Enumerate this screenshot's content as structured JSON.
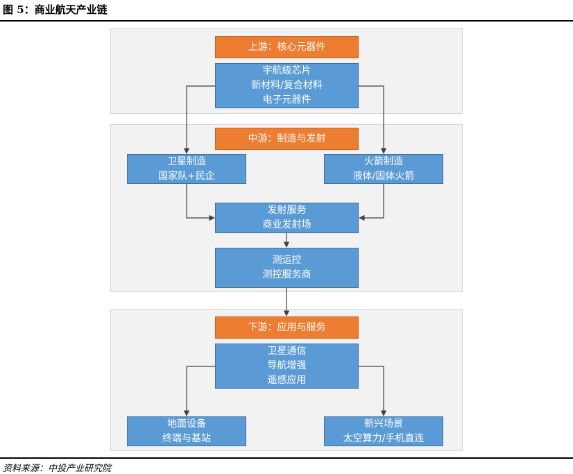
{
  "figure": {
    "title": "图 5：商业航天产业链",
    "source": "资料来源：中投产业研究院"
  },
  "colors": {
    "stage": "#ed7d31",
    "node": "#5b9bd5",
    "panel": "#f2f2f2",
    "arrow": "#404040"
  },
  "upstream": {
    "label": "上游：核心元器件",
    "core": [
      "宇航级芯片",
      "新材料/复合材料",
      "电子元器件"
    ]
  },
  "midstream": {
    "label": "中游：制造与发射",
    "satellite": [
      "卫星制造",
      "国家队+民企"
    ],
    "rocket": [
      "火箭制造",
      "液体/固体火箭"
    ],
    "launch": [
      "发射服务",
      "商业发射场"
    ],
    "tt_c": [
      "测运控",
      "测控服务商"
    ]
  },
  "downstream": {
    "label": "下游：应用与服务",
    "apps": [
      "卫星通信",
      "导航增强",
      "遥感应用"
    ],
    "ground": [
      "地面设备",
      "终端与基站"
    ],
    "emerging": [
      "新兴场景",
      "太空算力/手机直连"
    ]
  }
}
